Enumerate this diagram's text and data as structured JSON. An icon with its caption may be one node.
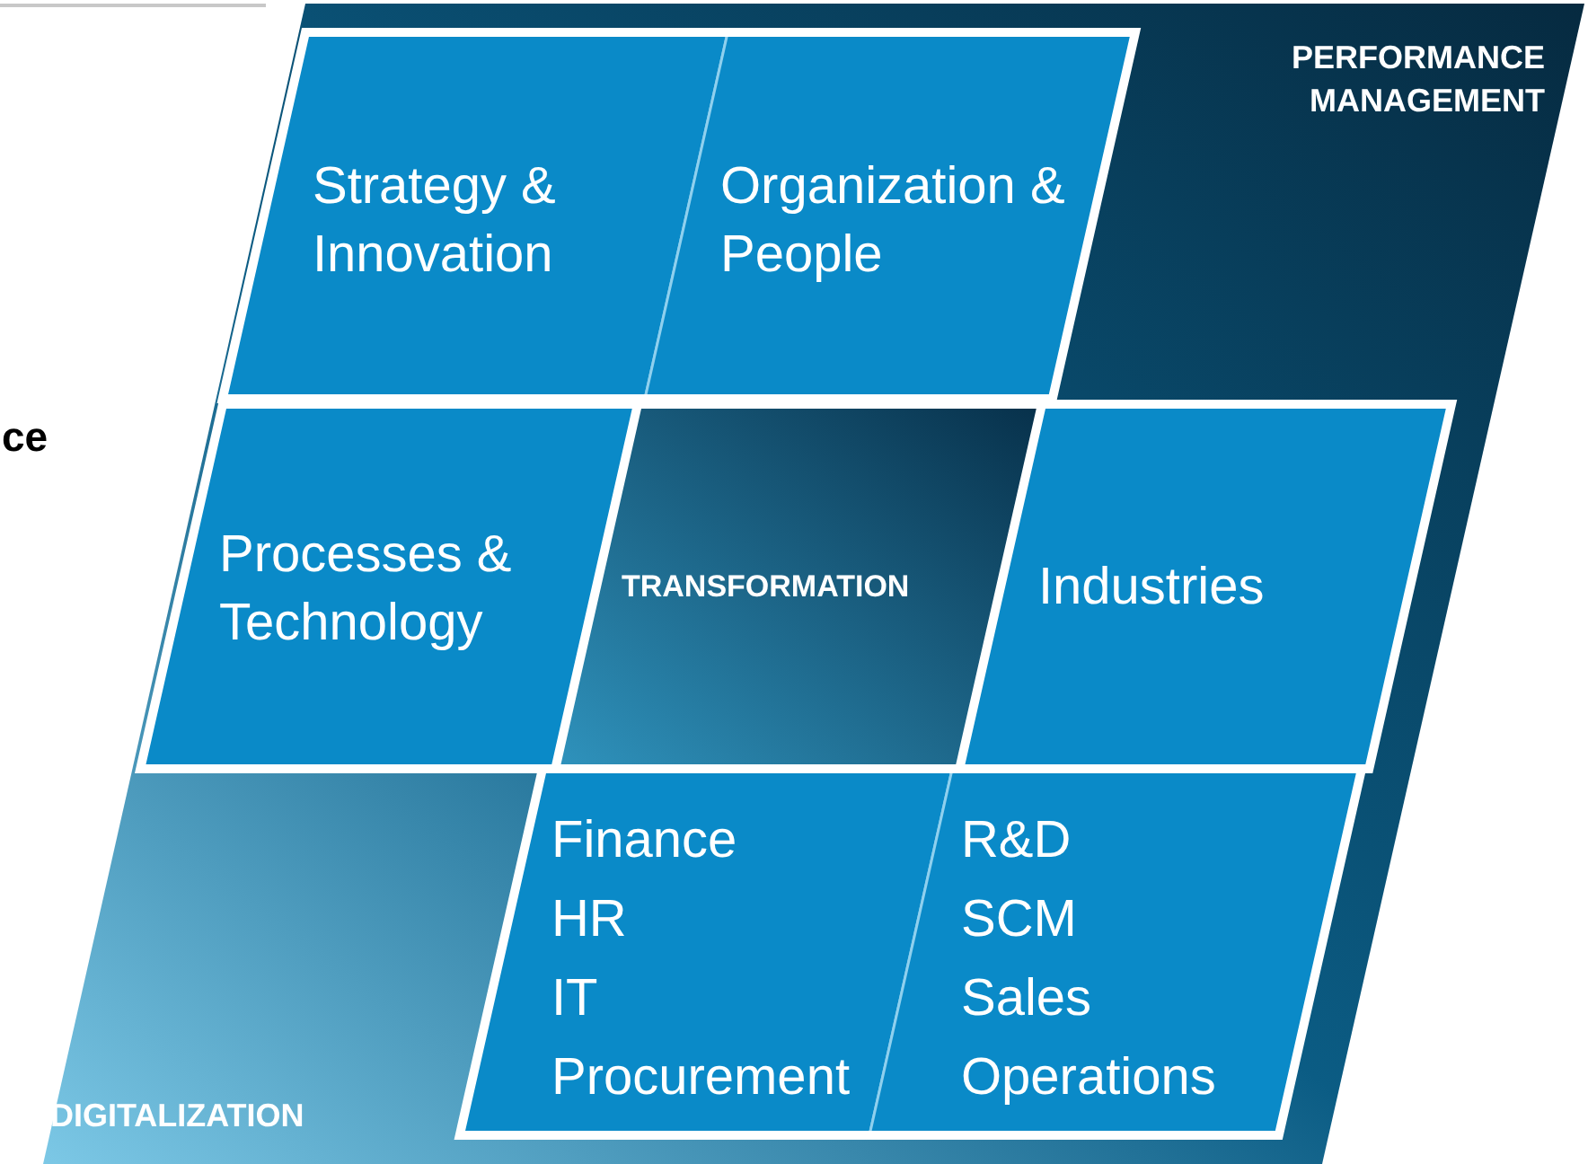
{
  "diagram": {
    "nodes": [
      {
        "text": [
          "PERFORMANCE MANAGEMENT",
          "DIGITALIZATION"
        ]
      },
      {
        "text": [
          "Strategy & Innovation"
        ],
        "in": 0
      },
      {
        "text": [
          "Organization & People"
        ],
        "in": 0
      },
      {
        "text": [
          "Processes & Technology"
        ],
        "in": 0
      },
      {
        "text": [
          "TRANSFORMATION"
        ],
        "in": 0
      },
      {
        "text": [
          "Industries"
        ],
        "in": 0
      },
      {
        "text": [
          "Finance",
          "HR",
          "IT",
          "Procurement"
        ],
        "in": 0
      },
      {
        "text": [
          "R&D",
          "SCM",
          "Sales",
          "Operations"
        ],
        "in": 0
      }
    ],
    "labels": [
      "ce"
    ]
  }
}
